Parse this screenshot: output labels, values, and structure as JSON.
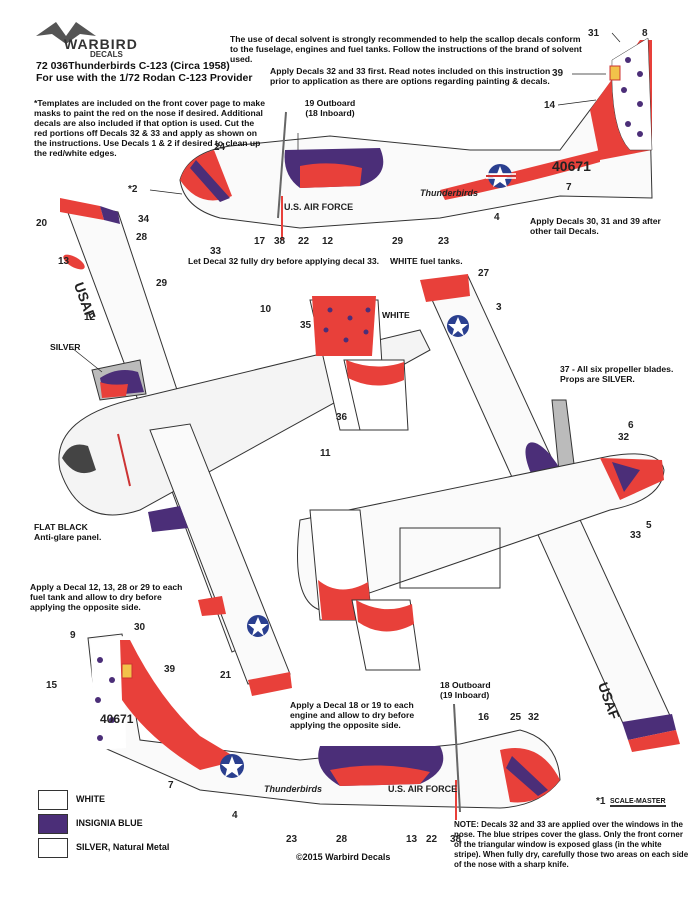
{
  "header": {
    "brand_top": "WARBIRD",
    "brand_sub": "DECALS",
    "product_line1": "72 036Thunderbirds C-123  (Circa 1958)",
    "product_line2": "For use with the 1/72 Rodan C-123 Provider",
    "solvent_note": "The use of decal solvent is strongly recommended to help the scallop decals conform to the fuselage, engines and fuel tanks.  Follow the instructions of the brand of solvent used.",
    "first_note": "Apply Decals 32 and 33 first.  Read notes included on this instruction prior to application as there are options regarding painting & decals.",
    "template_note": "*Templates are included on the front cover page to make masks to paint the red on the nose if desired. Additional decals are also included if that option is used.  Cut the red portions off Decals 32 & 33 and apply as shown on the instructions. Use Decals 1 & 2 if desired to clean up the red/white edges."
  },
  "notes": {
    "tail_decals": "Apply Decals 30, 31 and 39 after other tail Decals.",
    "decal32": "Let Decal 32 fully dry before applying decal 33.",
    "fuel_tanks": "WHITE fuel tanks.",
    "white_label": "WHITE",
    "silver_label": "SILVER",
    "propeller": "37 - All six propeller blades. Props are SILVER.",
    "flat_black_1": "FLAT BLACK",
    "flat_black_2": "Anti-glare panel.",
    "fuel_tank_decal": "Apply a Decal 12, 13, 28 or 29 to each fuel tank and allow to dry before applying the opposite side.",
    "engine_decal": "Apply a Decal 18 or 19 to each engine and allow to dry before applying the opposite side.",
    "nose_note": "NOTE: Decals 32 and 33 are applied over the windows in the nose.  The blue stripes cover the glass.  Only the front corner of the triangular window is exposed glass (in the white stripe).  When fully dry, carefully those two areas on each side of the nose with a sharp knife.",
    "outboard_top": "19 Outboard",
    "inboard_top": "(18 Inboard)",
    "outboard_bottom": "18 Outboard",
    "inboard_bottom": "(19 Inboard)"
  },
  "markings": {
    "serial": "40671",
    "air_force": "U.S. AIR FORCE",
    "usaf": "USAF",
    "thunderbirds": "Thunderbirds"
  },
  "callouts_top_side": [
    "31",
    "8",
    "39",
    "14",
    "7",
    "4",
    "23",
    "29",
    "12",
    "22",
    "38",
    "17",
    "33",
    "24",
    "*2"
  ],
  "callouts_plan": [
    "20",
    "34",
    "28",
    "13",
    "29",
    "12",
    "10",
    "35",
    "36",
    "11",
    "27",
    "3",
    "6",
    "32",
    "5",
    "33",
    "21"
  ],
  "callouts_bottom_side": [
    "9",
    "30",
    "39",
    "15",
    "7",
    "4",
    "23",
    "28",
    "13",
    "22",
    "38",
    "16",
    "25",
    "32",
    "*1"
  ],
  "legend": [
    {
      "label": "WHITE",
      "color": "#ffffff"
    },
    {
      "label": "INSIGNIA BLUE",
      "color": "#4b2e78"
    },
    {
      "label": "SILVER, Natural Metal",
      "color": "#ffffff"
    }
  ],
  "scale_master": "SCALE-MASTER",
  "copyright": "©2015 Warbird Decals",
  "colors": {
    "red": "#e8403a",
    "blue": "#4b2e78",
    "ink": "#222222"
  }
}
